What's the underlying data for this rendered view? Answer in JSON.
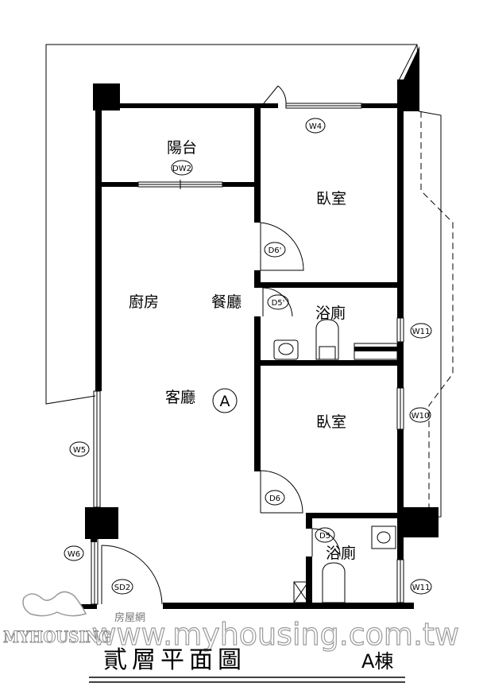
{
  "rooms": {
    "balcony": "陽台",
    "bedroom_1": "臥室",
    "kitchen": "廚房",
    "dining": "餐廳",
    "living": "客廳",
    "bath_1": "浴廁",
    "bedroom_2": "臥室",
    "bath_2": "浴廁"
  },
  "tags": {
    "dw2": "DW2",
    "w4": "W4",
    "d6_prime": "D6'",
    "d5_prime": "D5'",
    "w11_top": "W11",
    "w10": "W10",
    "a_unit": "A",
    "w5": "W5",
    "d6": "D6",
    "d5": "D5",
    "w6": "W6",
    "sd2": "SD2",
    "w11_bottom": "W11"
  },
  "title": {
    "text": "貳層平面圖",
    "building": "A棟"
  },
  "watermark": {
    "url": "www.myhousing.com.tw",
    "brand": "MYHOUSING",
    "chinese": "房屋網"
  }
}
